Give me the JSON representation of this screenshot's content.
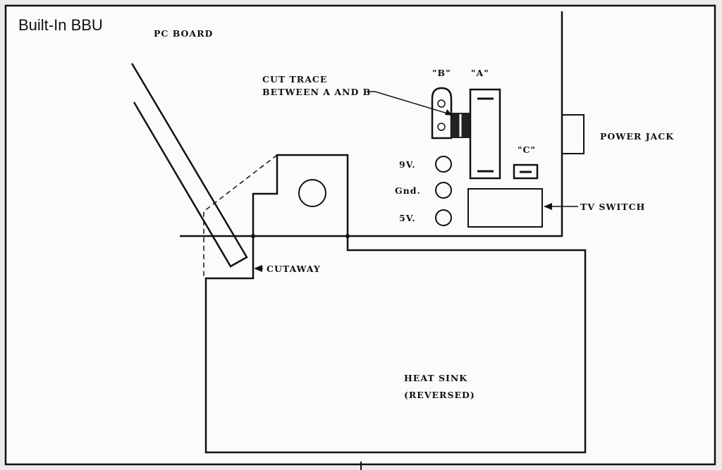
{
  "title": "Built-In BBU",
  "labels": {
    "pc_board": "PC BOARD",
    "cut_trace_line1": "CUT TRACE",
    "cut_trace_line2": "BETWEEN A AND B",
    "jumper_b": "\"B\"",
    "jumper_a": "\"A\"",
    "jumper_c": "\"C\"",
    "power_jack": "POWER JACK",
    "pin_9v": "9V.",
    "pin_gnd": "Gnd.",
    "pin_5v": "5V.",
    "tv_switch": "TV SWITCH",
    "cutaway": "CUTAWAY",
    "heat_sink_line1": "HEAT SINK",
    "heat_sink_line2": "(REVERSED)"
  }
}
